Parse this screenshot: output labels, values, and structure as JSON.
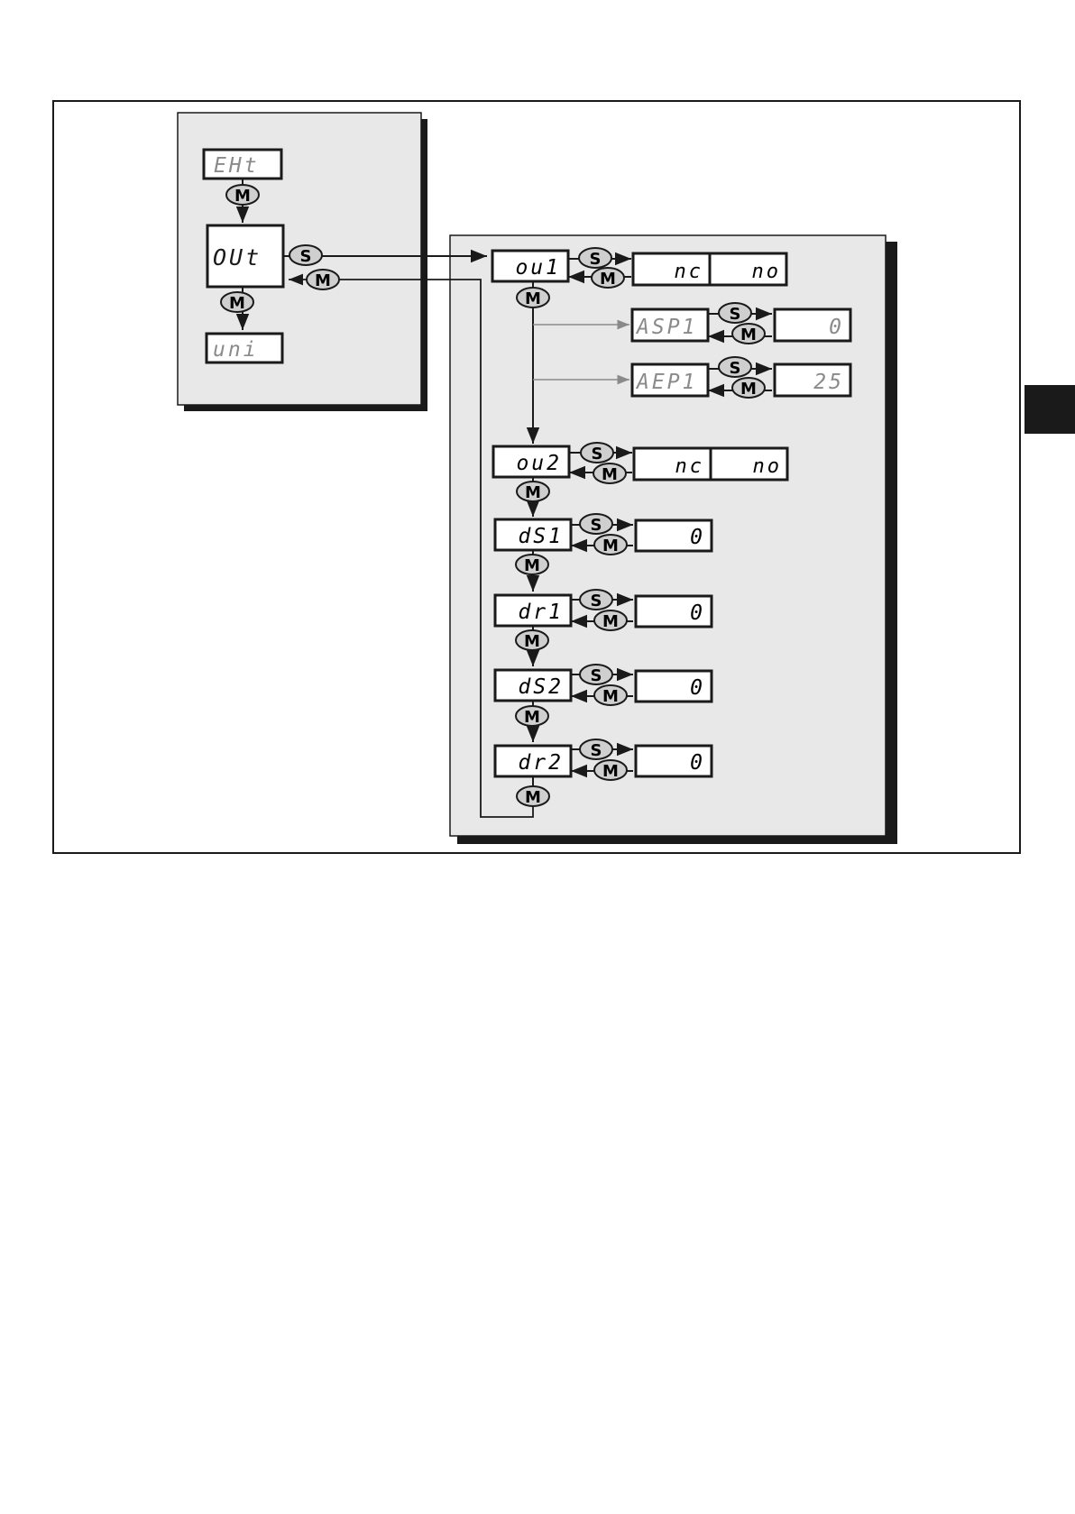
{
  "menu": {
    "prev": "EHt",
    "current": "OUt",
    "next": "uni"
  },
  "buttons": {
    "mode": "M",
    "set": "S"
  },
  "submenu": {
    "ou1": {
      "label": "ou1",
      "options": [
        "nc",
        "no"
      ]
    },
    "asp1": {
      "label": "ASP1",
      "value": "0"
    },
    "aep1": {
      "label": "AEP1",
      "value": "25"
    },
    "ou2": {
      "label": "ou2",
      "options": [
        "nc",
        "no"
      ]
    },
    "ds1": {
      "label": "dS1",
      "value": "0"
    },
    "dr1": {
      "label": "dr1",
      "value": "0"
    },
    "ds2": {
      "label": "dS2",
      "value": "0"
    },
    "dr2": {
      "label": "dr2",
      "value": "0"
    }
  },
  "colors": {
    "panel": "#e8e8e8",
    "line": "#1a1a1a",
    "dimmed": "#8a8a8a"
  }
}
